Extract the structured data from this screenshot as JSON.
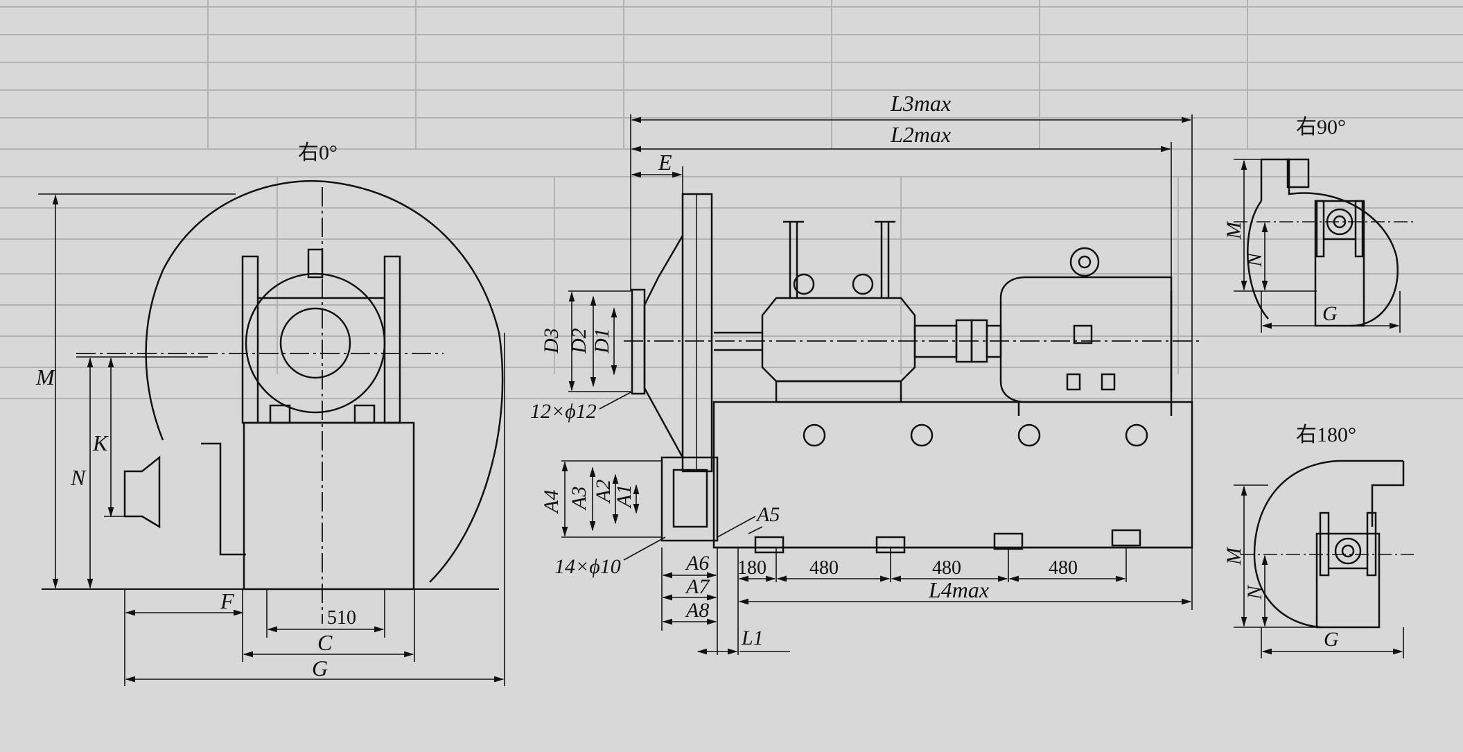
{
  "views": {
    "main": {
      "title": "右0°",
      "labels": {
        "M": "M",
        "N": "N",
        "K": "K",
        "F": "F",
        "G": "G",
        "C": "C",
        "dim510": "510"
      }
    },
    "side": {
      "labels": {
        "L3": "L3max",
        "L2": "L2max",
        "E": "E",
        "D3": "D3",
        "D2": "D2",
        "D1": "D1",
        "holes12": "12×ϕ12",
        "holes14": "14×ϕ10",
        "A1": "A1",
        "A2": "A2",
        "A3": "A3",
        "A4": "A4",
        "A5": "A5",
        "A6": "A6",
        "A7": "A7",
        "A8": "A8",
        "L1": "L1",
        "L4": "L4max",
        "d180": "180",
        "d480a": "480",
        "d480b": "480",
        "d480c": "480"
      }
    },
    "right90": {
      "title": "右90°",
      "labels": {
        "M": "M",
        "N": "N",
        "G": "G"
      }
    },
    "right180": {
      "title": "右180°",
      "labels": {
        "M": "M",
        "N": "N",
        "G": "G"
      }
    }
  },
  "colors": {
    "background": "#d8d8d8",
    "ink": "#111111"
  }
}
